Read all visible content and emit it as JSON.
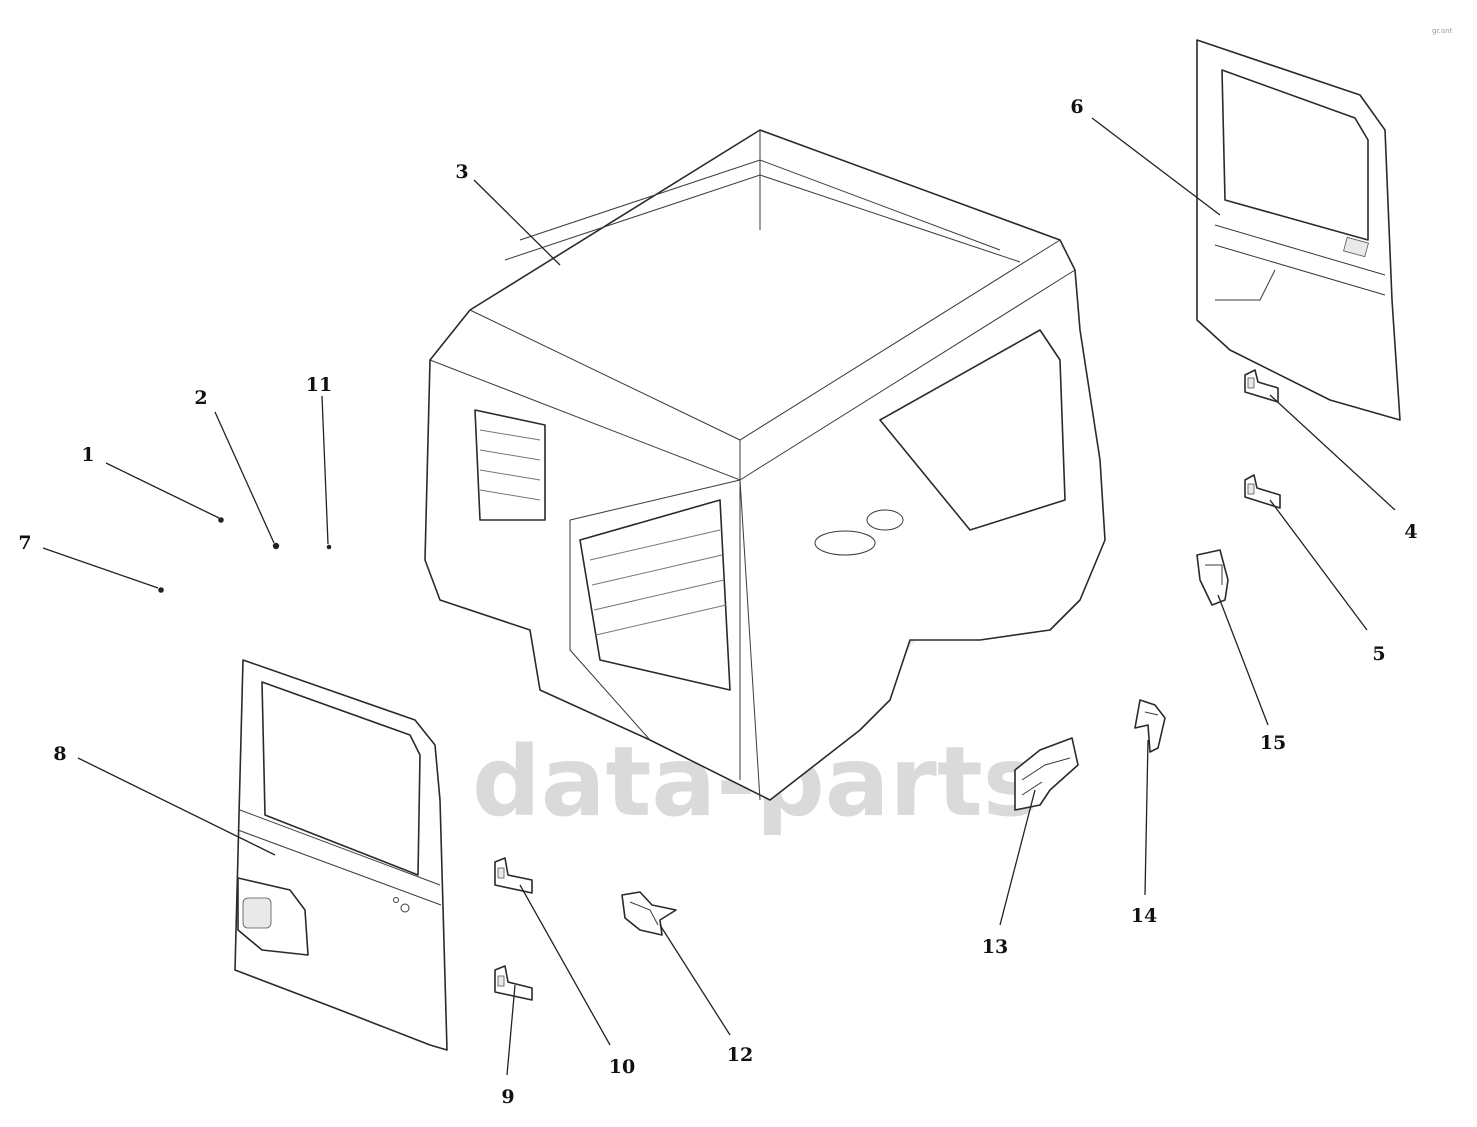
{
  "watermark": {
    "text": "data-parts",
    "color": "#d4d4d4"
  },
  "corner_mark": "gr.ant",
  "callouts": [
    {
      "id": "1",
      "label": "1"
    },
    {
      "id": "2",
      "label": "2"
    },
    {
      "id": "3",
      "label": "3"
    },
    {
      "id": "4",
      "label": "4"
    },
    {
      "id": "5",
      "label": "5"
    },
    {
      "id": "6",
      "label": "6"
    },
    {
      "id": "7",
      "label": "7"
    },
    {
      "id": "8",
      "label": "8"
    },
    {
      "id": "9",
      "label": "9"
    },
    {
      "id": "10",
      "label": "10"
    },
    {
      "id": "11",
      "label": "11"
    },
    {
      "id": "12",
      "label": "12"
    },
    {
      "id": "13",
      "label": "13"
    },
    {
      "id": "14",
      "label": "14"
    },
    {
      "id": "15",
      "label": "15"
    }
  ]
}
